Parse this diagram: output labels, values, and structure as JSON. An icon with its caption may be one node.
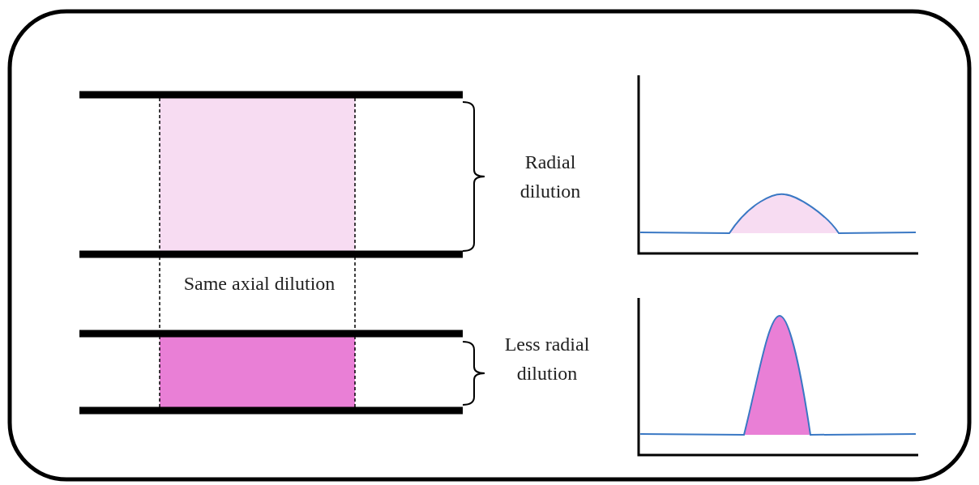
{
  "diagram": {
    "labels": [
      "Radial dilution",
      "Same axial dilution",
      "Less radial dilution"
    ]
  }
}
